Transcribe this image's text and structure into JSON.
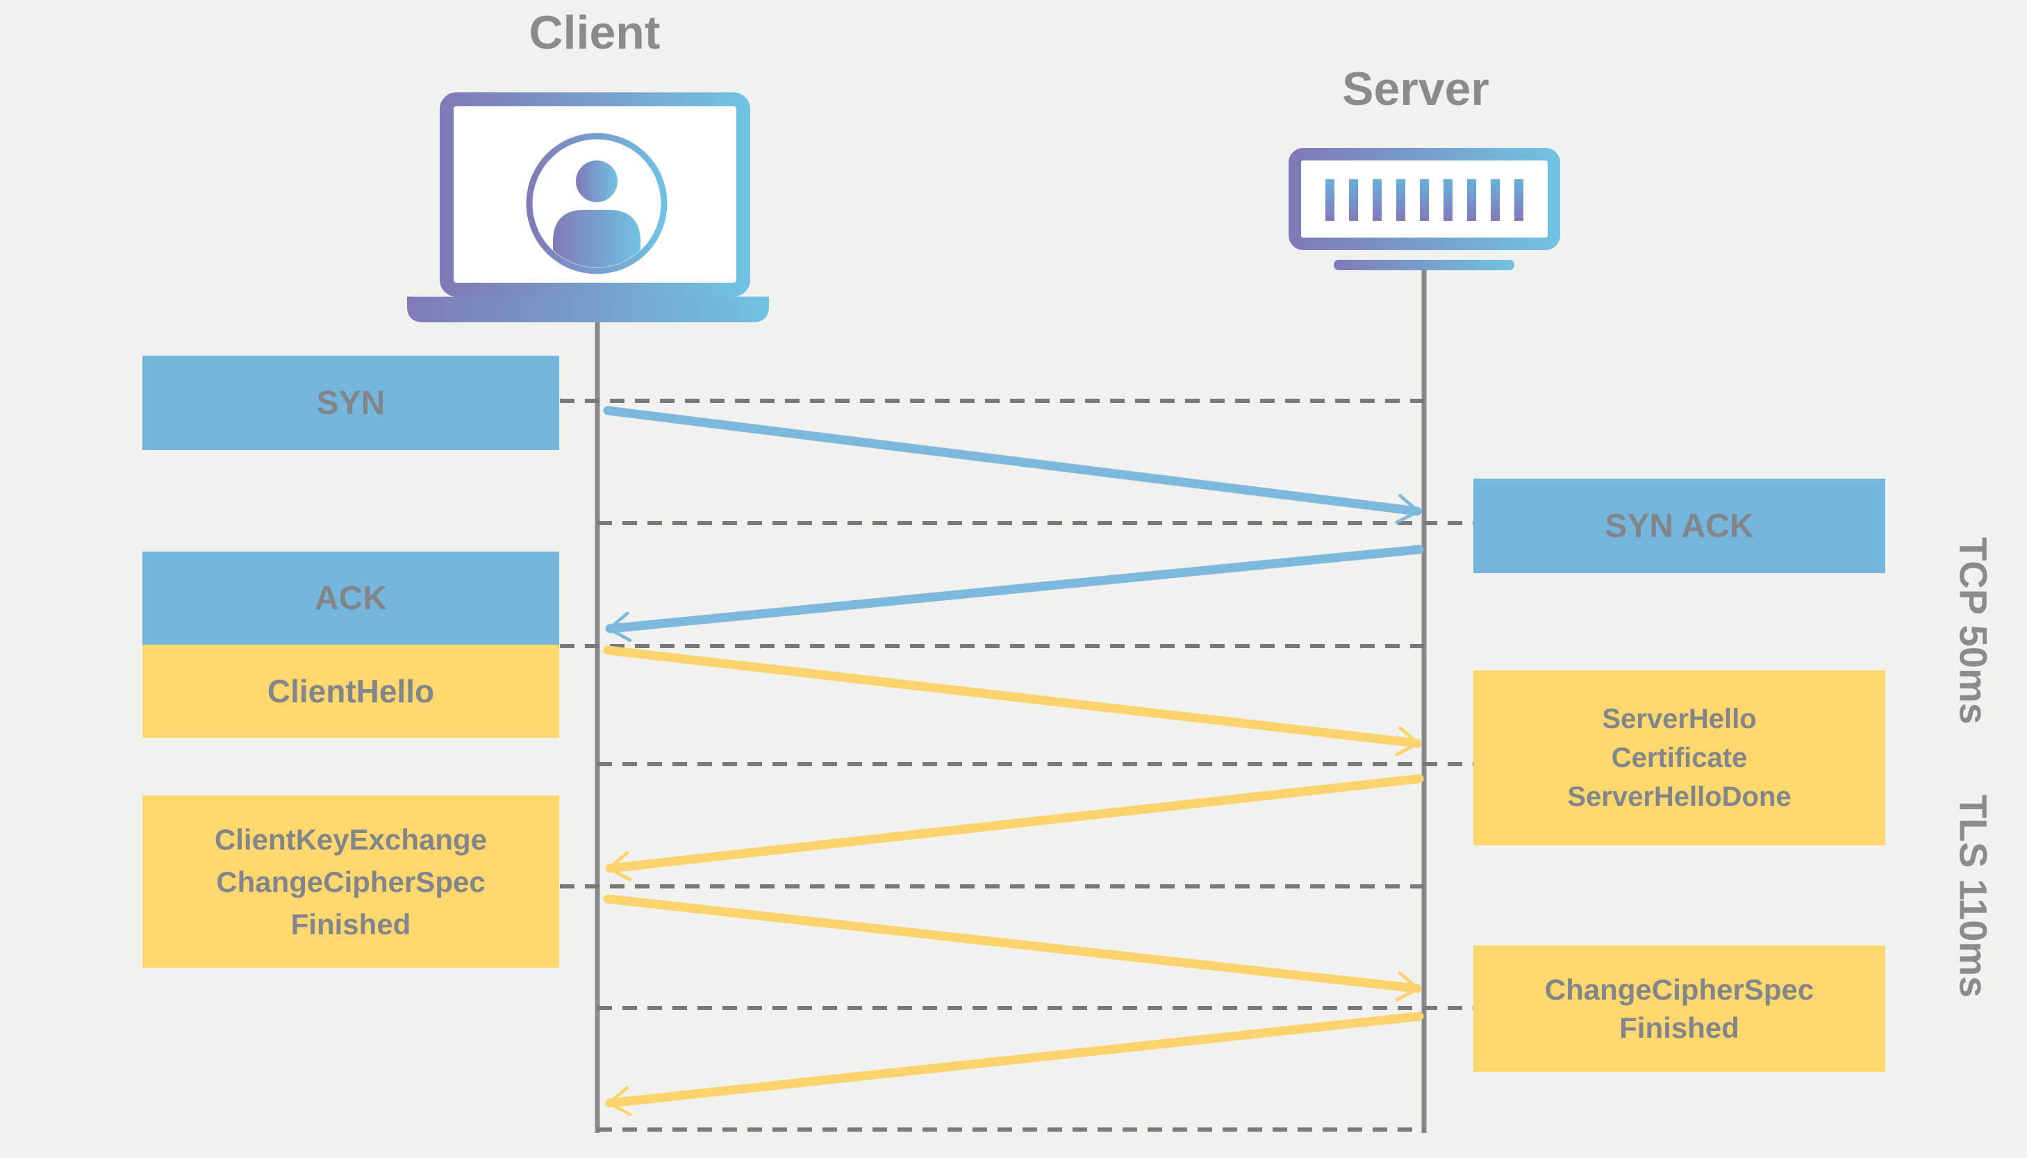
{
  "actors": {
    "client": {
      "label": "Client",
      "icon": "laptop-user-icon"
    },
    "server": {
      "label": "Server",
      "icon": "server-icon"
    }
  },
  "messages": {
    "from_client": [
      {
        "label": "SYN",
        "protocol": "TCP"
      },
      {
        "label": "ACK",
        "protocol": "TCP"
      },
      {
        "label": "ClientHello",
        "protocol": "TLS"
      },
      {
        "lines": [
          "ClientKeyExchange",
          "ChangeCipherSpec",
          "Finished"
        ],
        "protocol": "TLS"
      }
    ],
    "from_server": [
      {
        "label": "SYN ACK",
        "protocol": "TCP"
      },
      {
        "lines": [
          "ServerHello",
          "Certificate",
          "ServerHelloDone"
        ],
        "protocol": "TLS"
      },
      {
        "lines": [
          "ChangeCipherSpec",
          "Finished"
        ],
        "protocol": "TLS"
      }
    ]
  },
  "phases": [
    {
      "protocol": "TCP",
      "duration": "50ms"
    },
    {
      "protocol": "TLS",
      "duration": "110ms"
    }
  ],
  "colors": {
    "background": "#f1f1ef",
    "tcp_box": "#74b6dc",
    "tls_box": "#fed86e",
    "tcp_arrow": "#7cb9dd",
    "tls_arrow": "#fdd36e",
    "text_gray": "#82858a",
    "heading_gray": "#898b8e",
    "line_gray": "#87898c",
    "dash_gray": "#77797c",
    "gradient_purple": "#7f7ab8",
    "gradient_blue": "#70c2e3"
  }
}
